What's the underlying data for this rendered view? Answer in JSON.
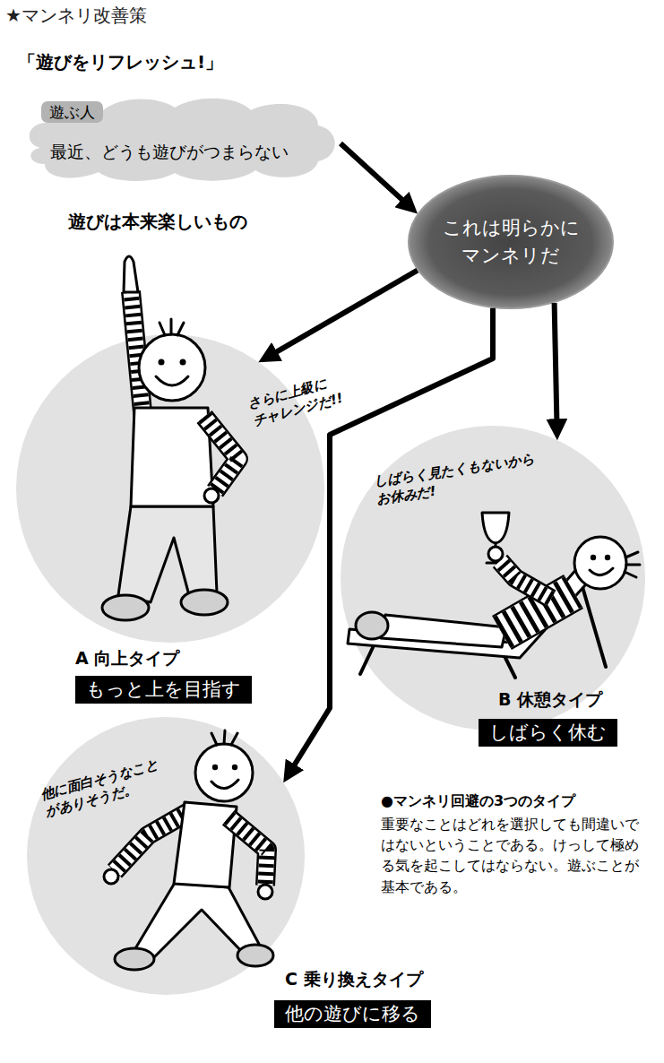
{
  "diagram": {
    "title": "★マンネリ改善策",
    "nodes": [
      {
        "text": [
          "最近、どうも遊びがつまらない"
        ]
      },
      {
        "text": [
          "遊ぶ人"
        ],
        "in": 0
      },
      {
        "text": [
          "これは明らかにマンネリだ"
        ]
      },
      {
        "text": [
          "さらに上級にチャレンジだ!!",
          "A 向上タイプ"
        ]
      },
      {
        "text": [
          "もっと上を目指す"
        ],
        "in": 3
      },
      {
        "text": [
          "しばらく見たくもないからお休みだ!",
          "B 休憩タイプ"
        ]
      },
      {
        "text": [
          "しばらく休む"
        ],
        "in": 5
      },
      {
        "text": [
          "他に面白そうなことがありそうだ。",
          "C 乗り換えタイプ"
        ]
      },
      {
        "text": [
          "他の遊びに移る"
        ],
        "in": 7
      }
    ],
    "edges": [
      {
        "from": 0,
        "to": 2,
        "arrow": "to"
      },
      {
        "from": 2,
        "to": 3,
        "arrow": "to"
      },
      {
        "from": 2,
        "to": 7,
        "arrow": "to"
      },
      {
        "from": 2,
        "to": 5,
        "arrow": "to"
      }
    ],
    "labels": [
      "「遊びをリフレッシュ!」",
      "遊びは本来楽しいもの",
      "●マンネリ回避の3つのタイプ",
      "重要なことはどれを選択しても間違いではないということである。けっして極める気を起こしてはならない。遊ぶことが基本である。"
    ]
  }
}
